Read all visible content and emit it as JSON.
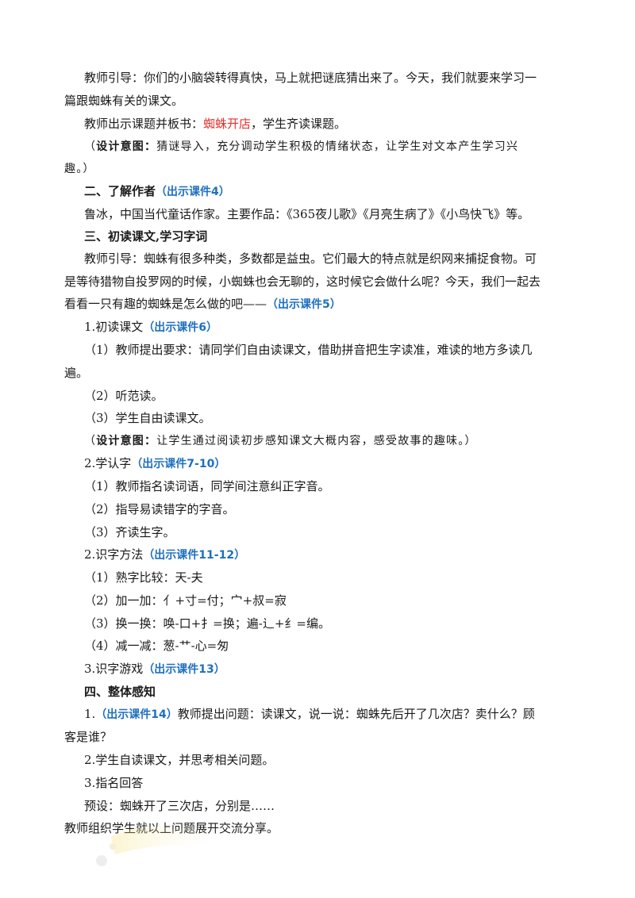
{
  "lines": [
    {
      "segments": [
        {
          "text": "教师引导：你们的小脑袋转得真快，马上就把谜底猜出来了。今天，我们就要来学习一"
        }
      ]
    },
    {
      "segments": [
        {
          "text": "篇跟蜘蛛有关的课文。"
        }
      ]
    },
    {
      "segments": [
        {
          "text": "教师出示课题并板书："
        },
        {
          "text": "蜘蛛开店",
          "style": "red"
        },
        {
          "text": "，学生齐读课题。"
        }
      ]
    },
    {
      "segments": [
        {
          "text": "（"
        },
        {
          "text": "设计意图：",
          "style": "tag"
        },
        {
          "text": "猜谜导入，充分调动学生积极的情绪状态，让学生对文本产生学习兴"
        }
      ]
    },
    {
      "segments": [
        {
          "text": "趣。）"
        }
      ]
    },
    {
      "segments": [
        {
          "text": "二、了解作者"
        },
        {
          "text": "（出示课件4）",
          "style": "blue"
        }
      ]
    },
    {
      "segments": [
        {
          "text": "鲁冰，中国当代童话作家。主要作品：《365夜儿歌》《月亮生病了》《小鸟快飞》等。"
        }
      ]
    },
    {
      "segments": [
        {
          "text": "三、初读课文,学习字词"
        }
      ]
    },
    {
      "segments": [
        {
          "text": "教师引导：蜘蛛有很多种类，多数都是益虫。它们最大的特点就是织网来捕捉食物。可"
        }
      ]
    },
    {
      "segments": [
        {
          "text": "是等待猎物自投罗网的时候，小蜘蛛也会无聊的，这时候它会做什么呢？今天，我们一起去"
        }
      ]
    },
    {
      "segments": [
        {
          "text": "看看一只有趣的蜘蛛是怎么做的吧——"
        },
        {
          "text": "（出示课件5）",
          "style": "blue"
        }
      ]
    },
    {
      "segments": [
        {
          "text": "1.初读课文"
        },
        {
          "text": "（出示课件6）",
          "style": "blue"
        }
      ]
    },
    {
      "segments": [
        {
          "text": "（1）教师提出要求：请同学们自由读课文，借助拼音把生字读准，难读的地方多读几"
        }
      ]
    },
    {
      "segments": [
        {
          "text": "遍。"
        }
      ]
    },
    {
      "segments": [
        {
          "text": "（2）听范读。"
        }
      ]
    },
    {
      "segments": [
        {
          "text": "（3）学生自由读课文。"
        }
      ]
    },
    {
      "segments": [
        {
          "text": "（"
        },
        {
          "text": "设计意图：",
          "style": "tag"
        },
        {
          "text": "让学生通过阅读初步感知课文大概内容，感受故事的趣味。）"
        }
      ]
    },
    {
      "segments": [
        {
          "text": "2.学认字"
        },
        {
          "text": "（出示课件7-10）",
          "style": "blue"
        }
      ]
    },
    {
      "segments": [
        {
          "text": "（1）教师指名读词语，同学间注意纠正字音。"
        }
      ]
    },
    {
      "segments": [
        {
          "text": "（2）指导易读错字的字音。"
        }
      ]
    },
    {
      "segments": [
        {
          "text": "（3）齐读生字。"
        }
      ]
    },
    {
      "segments": [
        {
          "text": "2.识字方法"
        },
        {
          "text": "（出示课件11-12）",
          "style": "blue"
        }
      ]
    },
    {
      "segments": [
        {
          "text": "（1）熟字比较：天-夫"
        }
      ]
    },
    {
      "segments": [
        {
          "text": "（2）加一加：亻+寸=付；宀+叔=寂"
        }
      ]
    },
    {
      "segments": [
        {
          "text": "（3）换一换：唤-口+扌=换；遍-辶+纟=编。"
        }
      ]
    },
    {
      "segments": [
        {
          "text": "（4）减一减：葱-艹-心=匆"
        }
      ]
    },
    {
      "segments": [
        {
          "text": "3.识字游戏"
        },
        {
          "text": "（出示课件13）",
          "style": "blue"
        }
      ]
    },
    {
      "segments": [
        {
          "text": "四、整体感知"
        }
      ]
    },
    {
      "segments": [
        {
          "text": "1."
        },
        {
          "text": "（出示课件14）",
          "style": "blue"
        },
        {
          "text": "教师提出问题：读课文，说一说：蜘蛛先后开了几次店？卖什么？顾"
        }
      ]
    },
    {
      "segments": [
        {
          "text": "客是谁？"
        }
      ]
    },
    {
      "segments": [
        {
          "text": "2.学生自读课文，并思考相关问题。"
        }
      ]
    },
    {
      "segments": [
        {
          "text": "3.指名回答"
        }
      ]
    },
    {
      "segments": [
        {
          "text": "预设：蜘蛛开了三次店，分别是……"
        }
      ]
    },
    {
      "segments": [
        {
          "text": "教师组织学生就以上问题展开交流分享。"
        }
      ]
    }
  ],
  "colors": {
    "text": "#1a1a1a",
    "title_red": "#e8302c",
    "courseware_blue": "#1e6fc0"
  }
}
